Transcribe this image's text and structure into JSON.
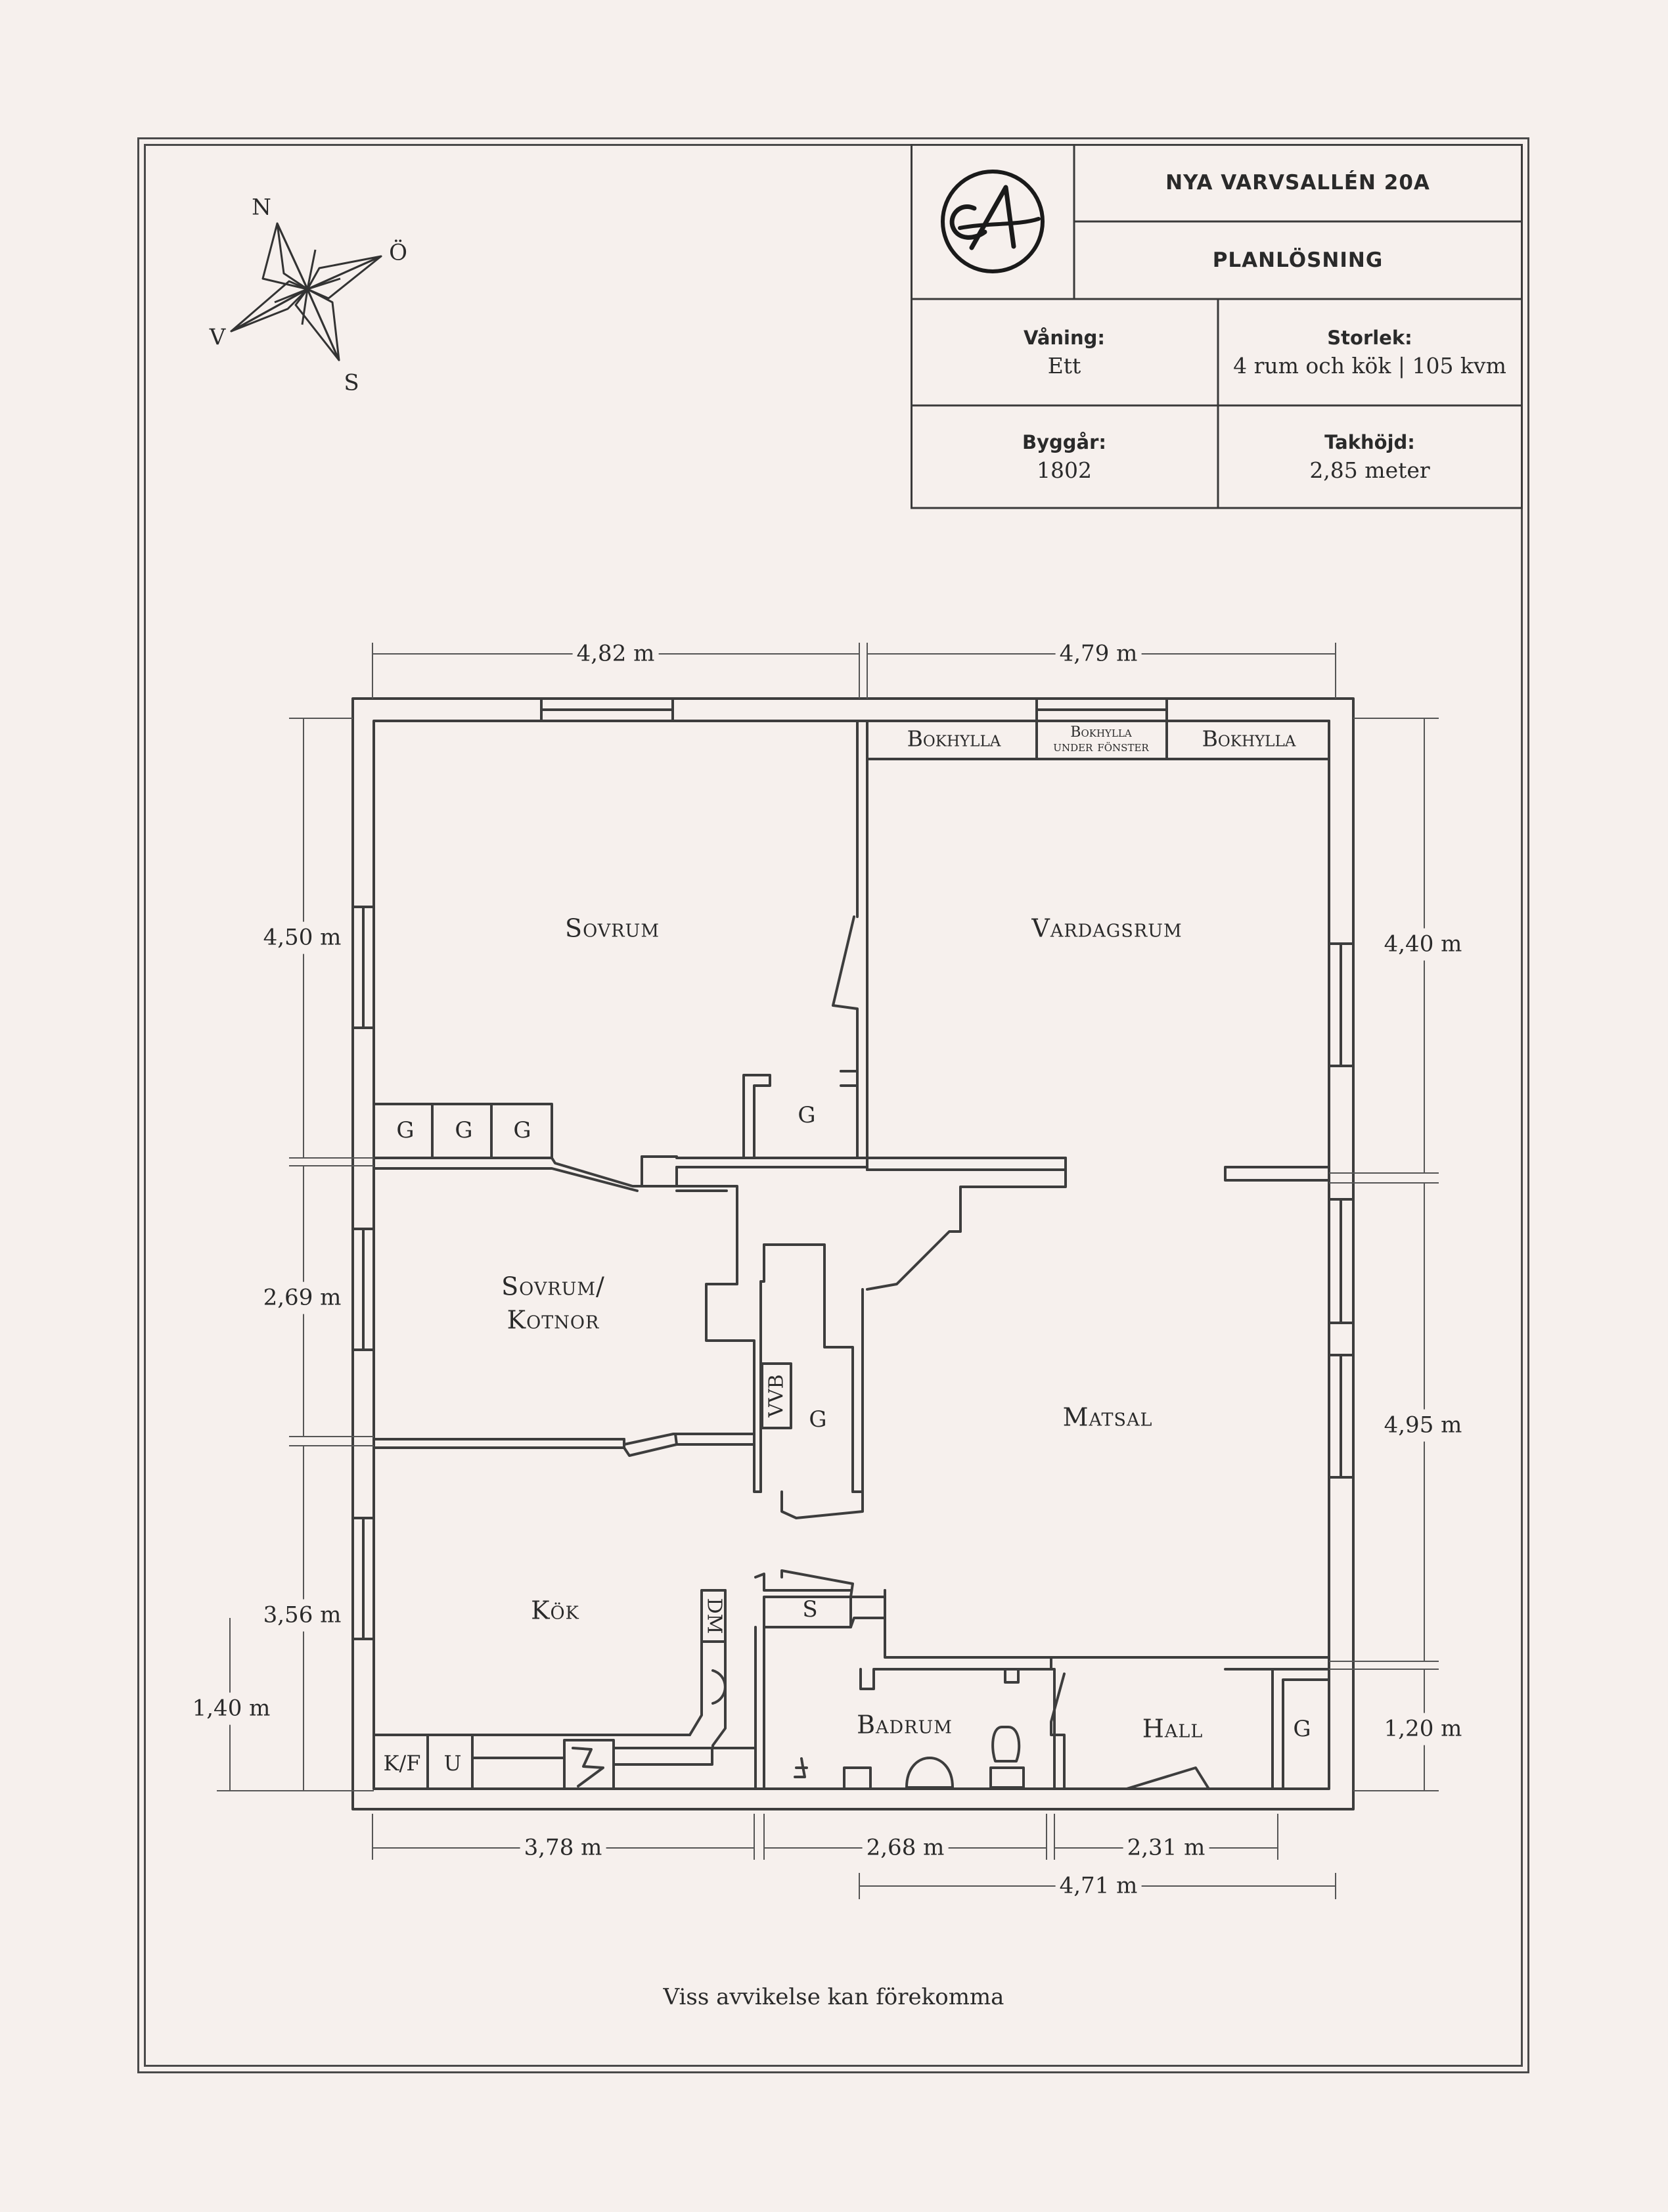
{
  "title_block": {
    "address": "NYA VARVSALLÉN 20A",
    "subtitle": "PLANLÖSNING",
    "fields": [
      {
        "label": "Våning:",
        "value": "Ett"
      },
      {
        "label": "Storlek:",
        "value": "4 rum och kök | 105 kvm"
      },
      {
        "label": "Byggår:",
        "value": "1802"
      },
      {
        "label": "Takhöjd:",
        "value": "2,85 meter"
      }
    ]
  },
  "compass": {
    "n": "N",
    "e": "Ö",
    "s": "S",
    "w": "V"
  },
  "rooms": {
    "sovrum": "Sovrum",
    "vardagsrum": "Vardagsrum",
    "sovrum_kotnor_line1": "Sovrum/",
    "sovrum_kotnor_line2": "Kotnor",
    "matsal": "Matsal",
    "kok": "Kök",
    "badrum": "Badrum",
    "hall": "Hall"
  },
  "fixtures": {
    "bokhylla": "Bokhylla",
    "bokhylla_under_1": "Bokhylla",
    "bokhylla_under_2": "under fönster",
    "g": "G",
    "vvb": "VVB",
    "dm": "DM",
    "s": "S",
    "kf": "K/F",
    "u": "U"
  },
  "dimensions": {
    "top_left": "4,82 m",
    "top_right": "4,79 m",
    "left_1": "4,50 m",
    "left_2": "2,69 m",
    "left_3": "3,56 m",
    "left_4": "1,40 m",
    "right_1": "4,40 m",
    "right_2": "4,95 m",
    "right_3": "1,20 m",
    "bottom_1": "3,78 m",
    "bottom_2": "2,68 m",
    "bottom_3": "2,31 m",
    "bottom_4": "4,71 m"
  },
  "footer": "Viss avvikelse kan förekomma"
}
